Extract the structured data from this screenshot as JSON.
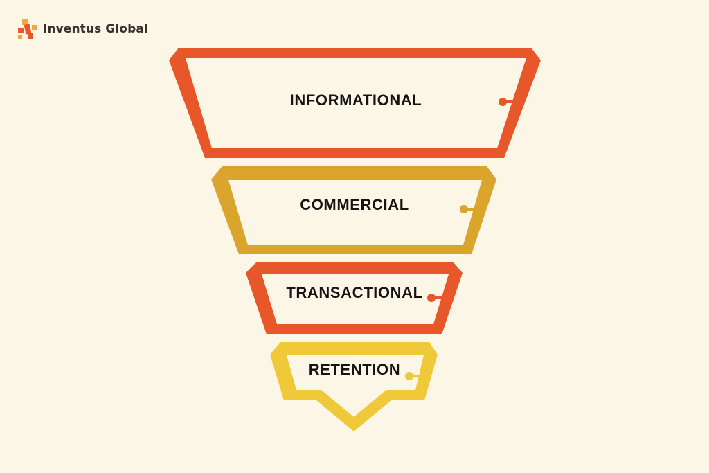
{
  "brand": {
    "name": "Inventus Global",
    "logo_icon": "inventus-logo-mark",
    "logo_colors": [
      "#e8572a",
      "#f0a93a"
    ],
    "text_color": "#3b3030"
  },
  "background_color": "#fcf6e6",
  "funnel": {
    "stages": [
      {
        "label": "INFORMATIONAL",
        "color": "#e8572a"
      },
      {
        "label": "COMMERCIAL",
        "color": "#dba42c"
      },
      {
        "label": "TRANSACTIONAL",
        "color": "#e8572a"
      },
      {
        "label": "RETENTION",
        "color": "#f0c93a"
      }
    ]
  }
}
